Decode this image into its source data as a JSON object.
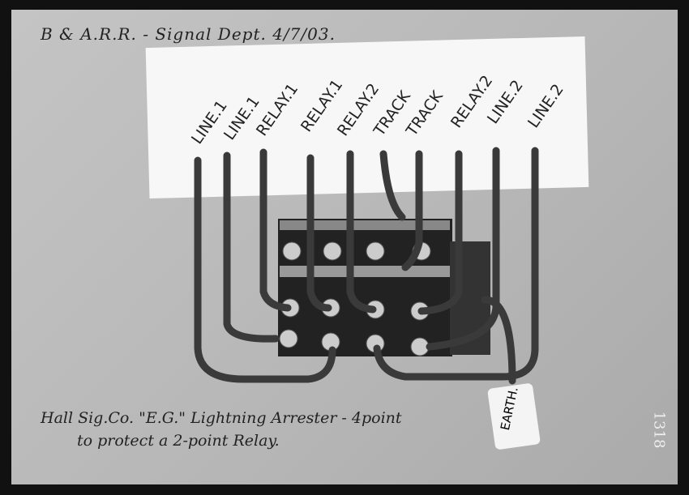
{
  "header": {
    "title": "B & A.R.R. - Signal Dept.   4/7/03."
  },
  "labels": [
    "LINE.1",
    "LINE.1",
    "RELAY.1",
    "RELAY.1",
    "RELAY.2",
    "TRACK",
    "TRACK",
    "RELAY.2",
    "LINE.2",
    "LINE.2"
  ],
  "caption": {
    "line1": "Hall Sig.Co. \"E.G.\" Lightning Arrester - 4point",
    "line2": "to protect a 2-point Relay."
  },
  "tag": "EARTH.",
  "plate_number": "1318"
}
